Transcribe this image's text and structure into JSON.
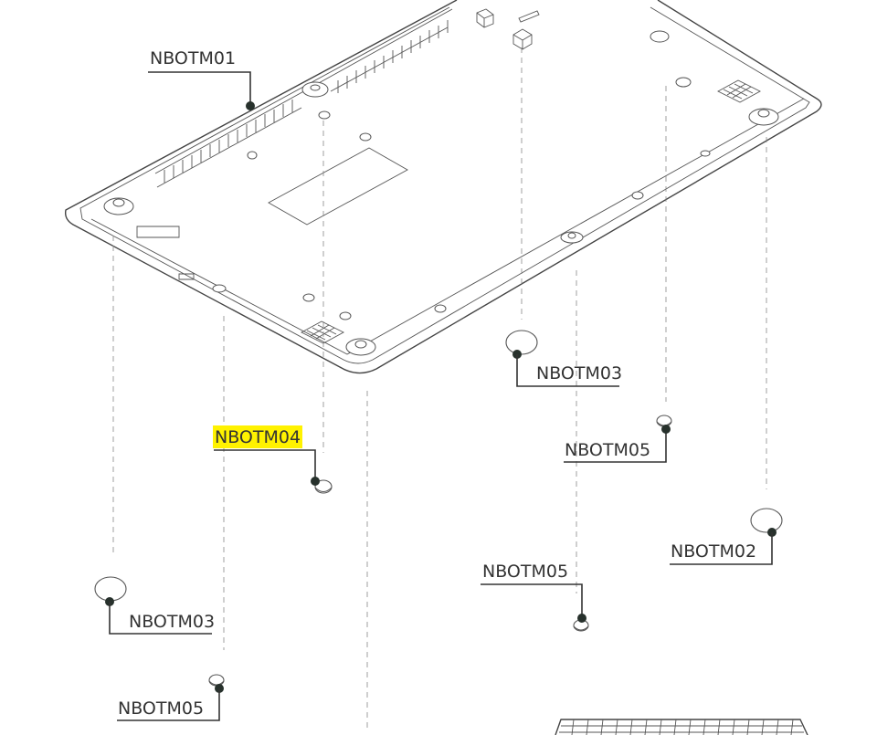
{
  "labels": {
    "nbotm01": "NBOTM01",
    "nbotm03_right": "NBOTM03",
    "nbotm04": "NBOTM04",
    "nbotm05_right": "NBOTM05",
    "nbotm02": "NBOTM02",
    "nbotm05_center": "NBOTM05",
    "nbotm03_left": "NBOTM03",
    "nbotm05_left": "NBOTM05"
  },
  "colors": {
    "highlight": "#fff200",
    "leader": "#333333",
    "outline": "#444444"
  },
  "highlighted_part": "nbotm04"
}
